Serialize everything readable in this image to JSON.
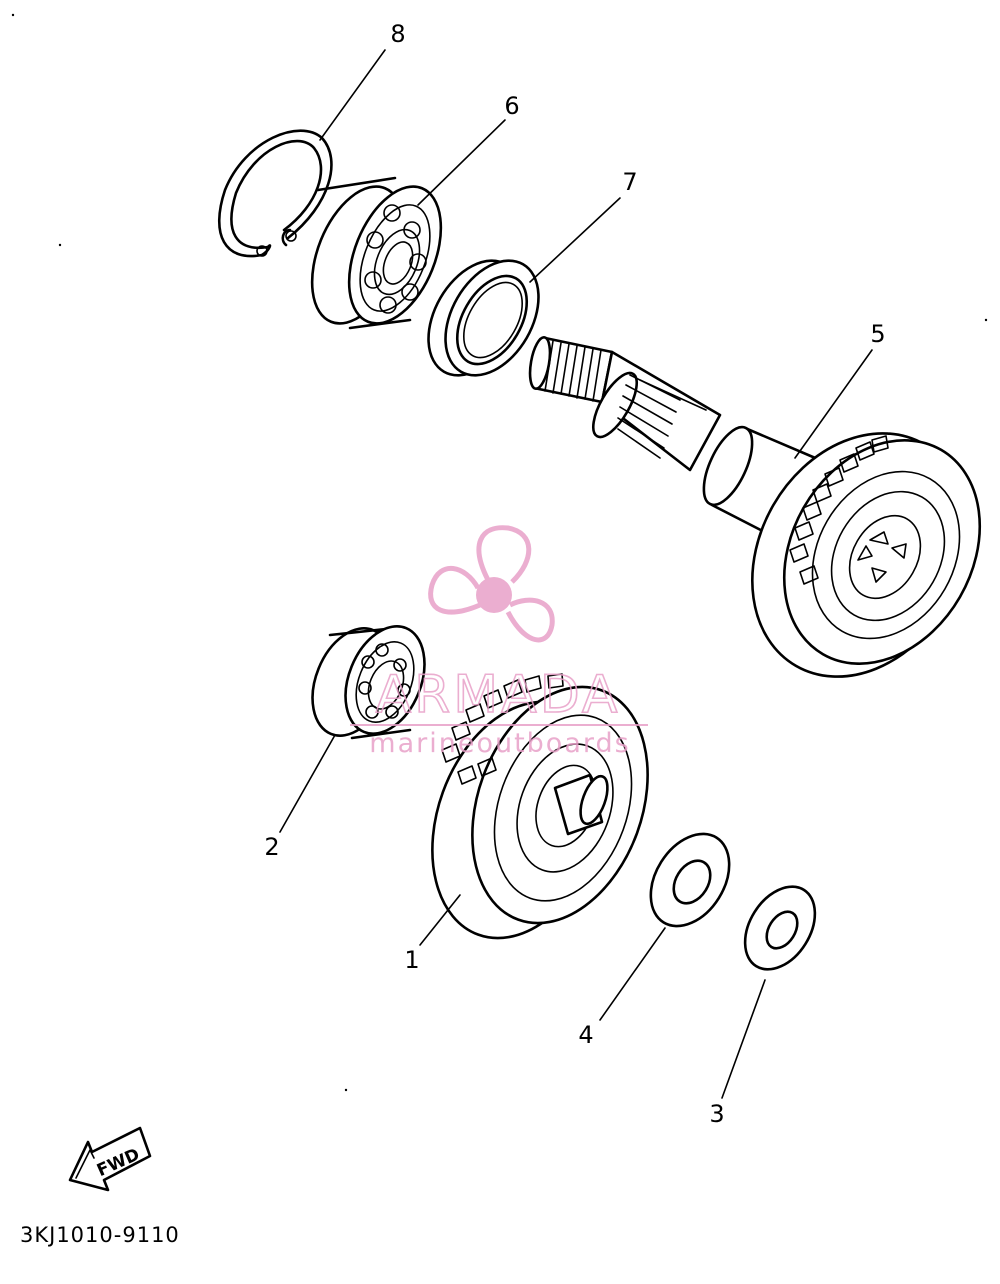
{
  "callouts": [
    {
      "id": "1",
      "label": "1"
    },
    {
      "id": "2",
      "label": "2"
    },
    {
      "id": "3",
      "label": "3"
    },
    {
      "id": "4",
      "label": "4"
    },
    {
      "id": "5",
      "label": "5"
    },
    {
      "id": "6",
      "label": "6"
    },
    {
      "id": "7",
      "label": "7"
    },
    {
      "id": "8",
      "label": "8"
    }
  ],
  "fwd_label": "FWD",
  "reference_code": "3KJ1010-9110",
  "watermark": {
    "brand": "ARMADA",
    "sub": "marineoutboards",
    "color": "#e8a0c8"
  },
  "colors": {
    "line": "#000000",
    "paper": "#ffffff"
  }
}
